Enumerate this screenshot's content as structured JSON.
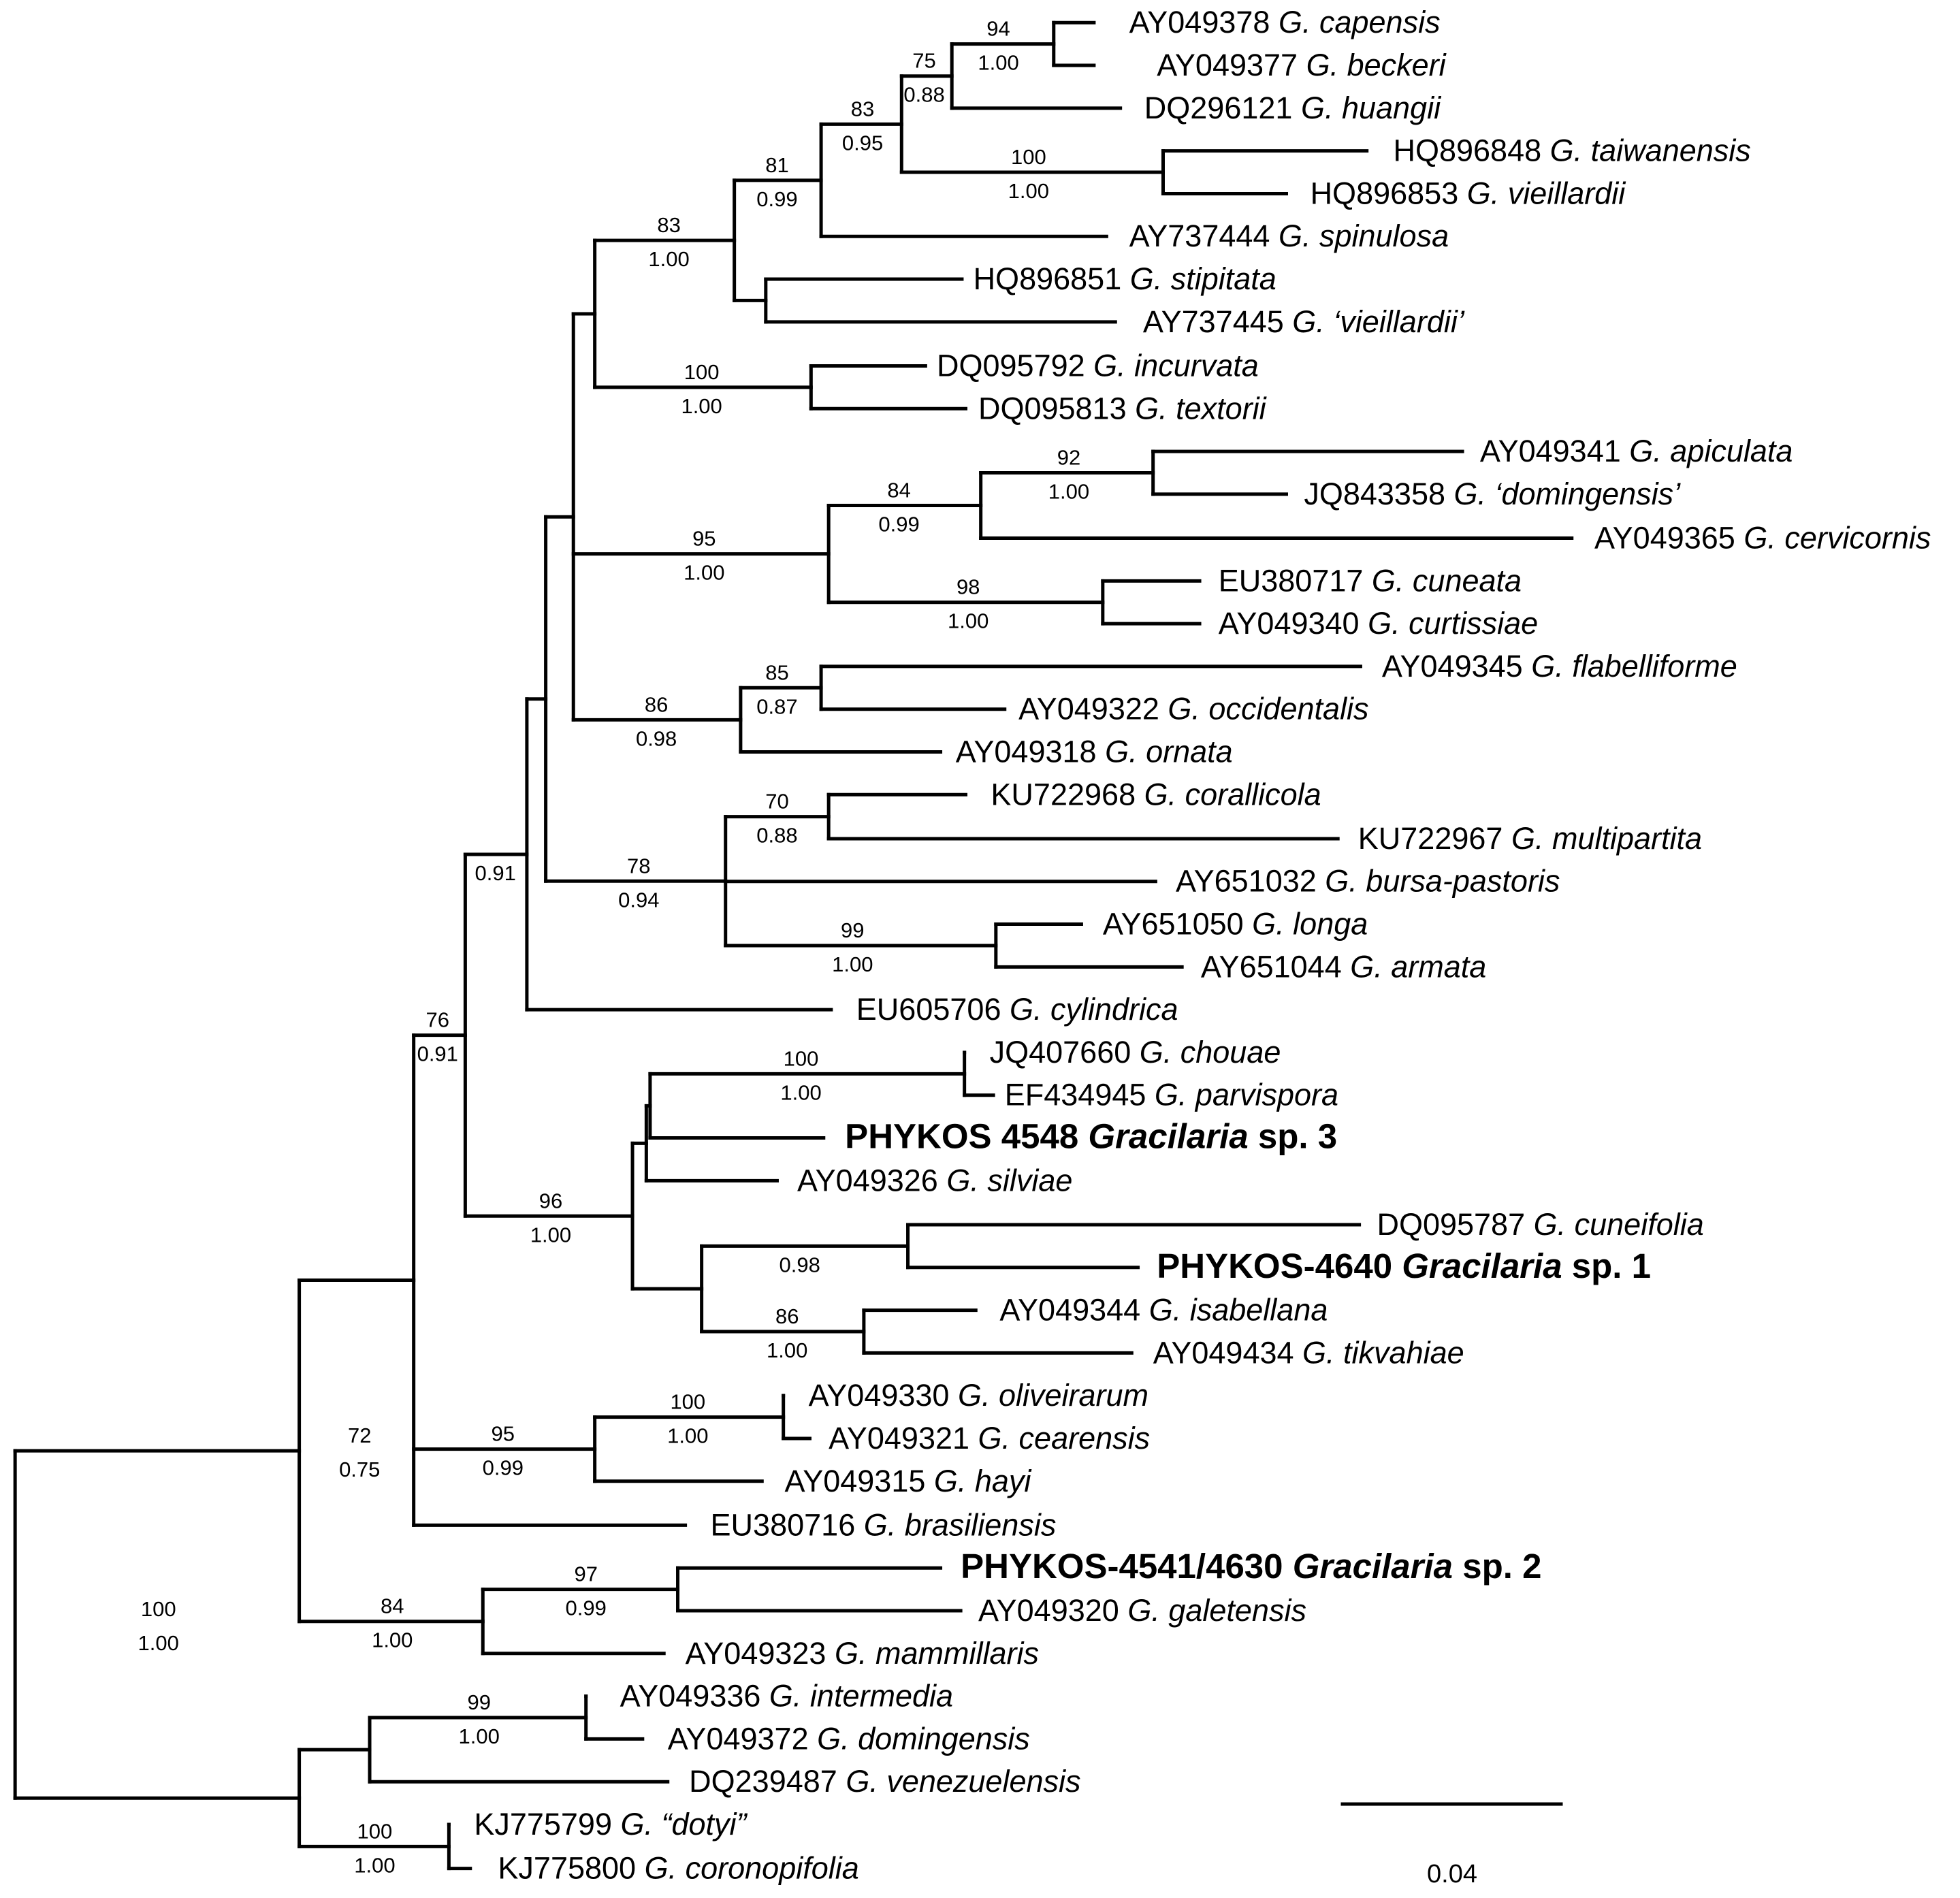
{
  "tree": {
    "tips": [
      {
        "id": "t1",
        "acc": "AY049378",
        "sp": "G. capensis"
      },
      {
        "id": "t2",
        "acc": "AY049377",
        "sp": "G. beckeri"
      },
      {
        "id": "t3",
        "acc": "DQ296121",
        "sp": "G. huangii"
      },
      {
        "id": "t4",
        "acc": "HQ896848",
        "sp": "G. taiwanensis"
      },
      {
        "id": "t5",
        "acc": "HQ896853",
        "sp": "G. vieillardii"
      },
      {
        "id": "t6",
        "acc": "AY737444",
        "sp": "G. spinulosa"
      },
      {
        "id": "t7",
        "acc": "HQ896851",
        "sp": "G. stipitata"
      },
      {
        "id": "t8",
        "acc": "AY737445",
        "sp": "G. ‘vieillardii’"
      },
      {
        "id": "t9",
        "acc": "DQ095792",
        "sp": "G. incurvata"
      },
      {
        "id": "t10",
        "acc": "DQ095813",
        "sp": "G. textorii"
      },
      {
        "id": "t11",
        "acc": "AY049341",
        "sp": "G. apiculata"
      },
      {
        "id": "t12",
        "acc": "JQ843358",
        "sp": "G. ‘domingensis’"
      },
      {
        "id": "t13",
        "acc": "AY049365",
        "sp": "G. cervicornis"
      },
      {
        "id": "t14",
        "acc": "EU380717",
        "sp": "G. cuneata"
      },
      {
        "id": "t15",
        "acc": "AY049340",
        "sp": "G. curtissiae"
      },
      {
        "id": "t16",
        "acc": "AY049345",
        "sp": "G. flabelliforme"
      },
      {
        "id": "t17",
        "acc": "AY049322",
        "sp": "G. occidentalis"
      },
      {
        "id": "t18",
        "acc": "AY049318",
        "sp": "G. ornata"
      },
      {
        "id": "t19",
        "acc": "KU722968",
        "sp": "G. corallicola"
      },
      {
        "id": "t20",
        "acc": "KU722967",
        "sp": "G. multipartita"
      },
      {
        "id": "t21",
        "acc": "AY651032",
        "sp": "G. bursa-pastoris"
      },
      {
        "id": "t22",
        "acc": "AY651050",
        "sp": "G. longa"
      },
      {
        "id": "t23",
        "acc": "AY651044",
        "sp": "G. armata"
      },
      {
        "id": "t24",
        "acc": "EU605706",
        "sp": "G. cylindrica"
      },
      {
        "id": "t25",
        "acc": "JQ407660",
        "sp": "G. chouae"
      },
      {
        "id": "t26",
        "acc": "EF434945",
        "sp": "G. parvispora"
      },
      {
        "id": "t27",
        "acc": "PHYKOS 4548",
        "sp": "Gracilaria",
        "suffix": "sp. 3",
        "bold": true
      },
      {
        "id": "t28",
        "acc": "AY049326",
        "sp": "G. silviae"
      },
      {
        "id": "t29",
        "acc": "DQ095787",
        "sp": "G. cuneifolia"
      },
      {
        "id": "t30",
        "acc": "PHYKOS-4640",
        "sp": "Gracilaria",
        "suffix": "sp. 1",
        "bold": true
      },
      {
        "id": "t31",
        "acc": "AY049344",
        "sp": "G. isabellana"
      },
      {
        "id": "t32",
        "acc": "AY049434",
        "sp": "G. tikvahiae"
      },
      {
        "id": "t33",
        "acc": "AY049330",
        "sp": "G. oliveirarum"
      },
      {
        "id": "t34",
        "acc": "AY049321",
        "sp": "G. cearensis"
      },
      {
        "id": "t35",
        "acc": "AY049315",
        "sp": "G. hayi"
      },
      {
        "id": "t36",
        "acc": "EU380716",
        "sp": "G. brasiliensis"
      },
      {
        "id": "t37",
        "acc": "PHYKOS-4541/4630",
        "sp": "Gracilaria",
        "suffix": "sp. 2",
        "bold": true
      },
      {
        "id": "t38",
        "acc": "AY049320",
        "sp": "G. galetensis"
      },
      {
        "id": "t39",
        "acc": "AY049323",
        "sp": "G. mammillaris"
      },
      {
        "id": "t40",
        "acc": "AY049336",
        "sp": "G. intermedia"
      },
      {
        "id": "t41",
        "acc": "AY049372",
        "sp": "G. domingensis"
      },
      {
        "id": "t42",
        "acc": "DQ239487",
        "sp": "G. venezuelensis"
      },
      {
        "id": "t43",
        "acc": "KJ775799",
        "sp": "G. “dotyi”"
      },
      {
        "id": "t44",
        "acc": "KJ775800",
        "sp": "G. coronopifolia"
      }
    ],
    "support": [
      {
        "node": "n_cap_bec",
        "top": "94",
        "bottom": "1.00"
      },
      {
        "node": "n_cap_hua",
        "top": "75",
        "bottom": "0.88"
      },
      {
        "node": "n_tai_vie",
        "top": "100",
        "bottom": "1.00"
      },
      {
        "node": "n_cap_vie",
        "top": "83",
        "bottom": "0.95"
      },
      {
        "node": "n_cap_spi",
        "top": "81",
        "bottom": "0.99"
      },
      {
        "node": "n_cap_sti",
        "top": "83",
        "bottom": "1.00"
      },
      {
        "node": "n_inc_tex",
        "top": "100",
        "bottom": "1.00"
      },
      {
        "node": "n_api_dom",
        "top": "92",
        "bottom": "1.00"
      },
      {
        "node": "n_api_cer",
        "top": "84",
        "bottom": "0.99"
      },
      {
        "node": "n_cun_cur",
        "top": "98",
        "bottom": "1.00"
      },
      {
        "node": "n_api_cur",
        "top": "95",
        "bottom": "1.00"
      },
      {
        "node": "n_fla_occ",
        "top": "85",
        "bottom": "0.87"
      },
      {
        "node": "n_fla_orn",
        "top": "86",
        "bottom": "0.98"
      },
      {
        "node": "n_cor_mul",
        "top": "70",
        "bottom": "0.88"
      },
      {
        "node": "n_lon_arm",
        "top": "99",
        "bottom": "1.00"
      },
      {
        "node": "n_cor_arm",
        "top": "78",
        "bottom": "0.94"
      },
      {
        "node": "n_big",
        "top": "",
        "bottom": "0.91"
      },
      {
        "node": "n_cho_par",
        "top": "100",
        "bottom": "1.00"
      },
      {
        "node": "n_cnf_sp1",
        "top": "",
        "bottom": "0.98"
      },
      {
        "node": "n_isa_tik",
        "top": "86",
        "bottom": "1.00"
      },
      {
        "node": "n_cho_tik",
        "top": "96",
        "bottom": "1.00"
      },
      {
        "node": "n_top_all",
        "top": "76",
        "bottom": "0.91"
      },
      {
        "node": "n_oli_cea",
        "top": "100",
        "bottom": "1.00"
      },
      {
        "node": "n_oli_hay",
        "top": "95",
        "bottom": "0.99"
      },
      {
        "node": "n_main",
        "top": "72",
        "bottom": "0.75"
      },
      {
        "node": "n_sp2_gal",
        "top": "97",
        "bottom": "0.99"
      },
      {
        "node": "n_sp2_mam",
        "top": "84",
        "bottom": "1.00"
      },
      {
        "node": "n_int_dom",
        "top": "99",
        "bottom": "1.00"
      },
      {
        "node": "n_dot_cor",
        "top": "100",
        "bottom": "1.00"
      },
      {
        "node": "n_root",
        "top": "100",
        "bottom": "1.00"
      }
    ],
    "scale_bar": {
      "label": "0.04"
    }
  }
}
